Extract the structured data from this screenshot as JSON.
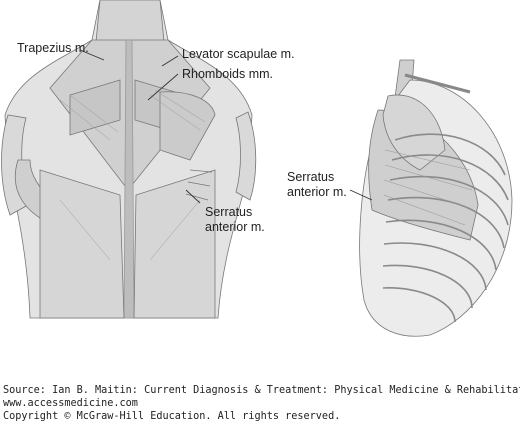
{
  "labels": {
    "trapezius": "Trapezius m.",
    "levator": "Levator scapulae m.",
    "rhomboids": "Rhomboids mm.",
    "serratus_back_line1": "Serratus",
    "serratus_back_line2": "anterior m.",
    "serratus_side_line1": "Serratus",
    "serratus_side_line2": "anterior m."
  },
  "caption": {
    "source": "Source: Ian B. Maitin: Current Diagnosis & Treatment: Physical Medicine & Rehabilitation",
    "url": "www.accessmedicine.com",
    "copyright": "Copyright © McGraw-Hill Education. All rights reserved."
  }
}
